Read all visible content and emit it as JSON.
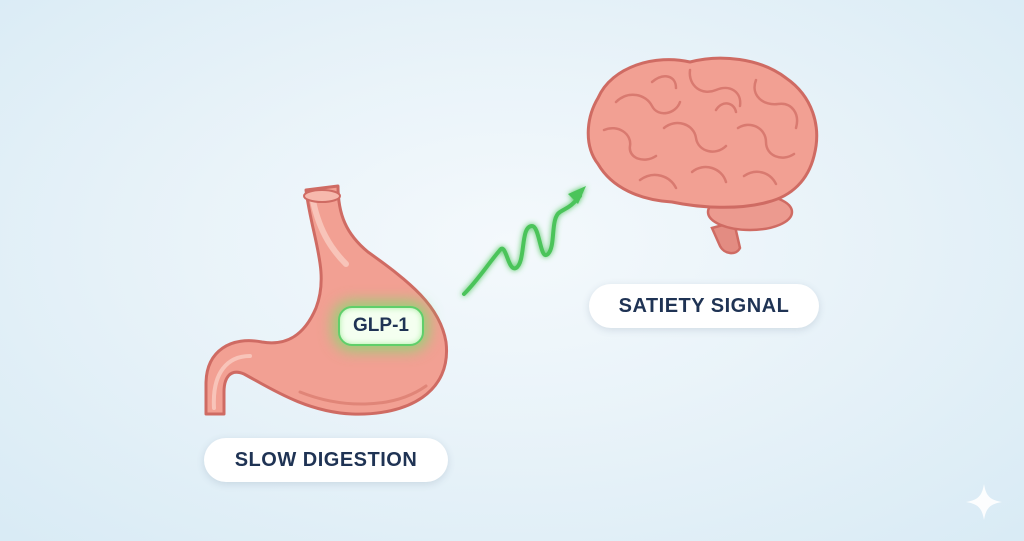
{
  "badge": {
    "label": "GLP-1"
  },
  "labels": {
    "stomach": "SLOW DIGESTION",
    "brain": "SATIETY SIGNAL"
  },
  "icons": {
    "stomach": "stomach-icon",
    "brain": "brain-icon",
    "signal": "wavy-arrow-icon",
    "corner": "sparkle-icon"
  },
  "colors": {
    "organ_fill": "#f2a093",
    "organ_outline": "#cf6b63",
    "signal_green": "#4cc45a",
    "text_dark": "#1f3354"
  }
}
